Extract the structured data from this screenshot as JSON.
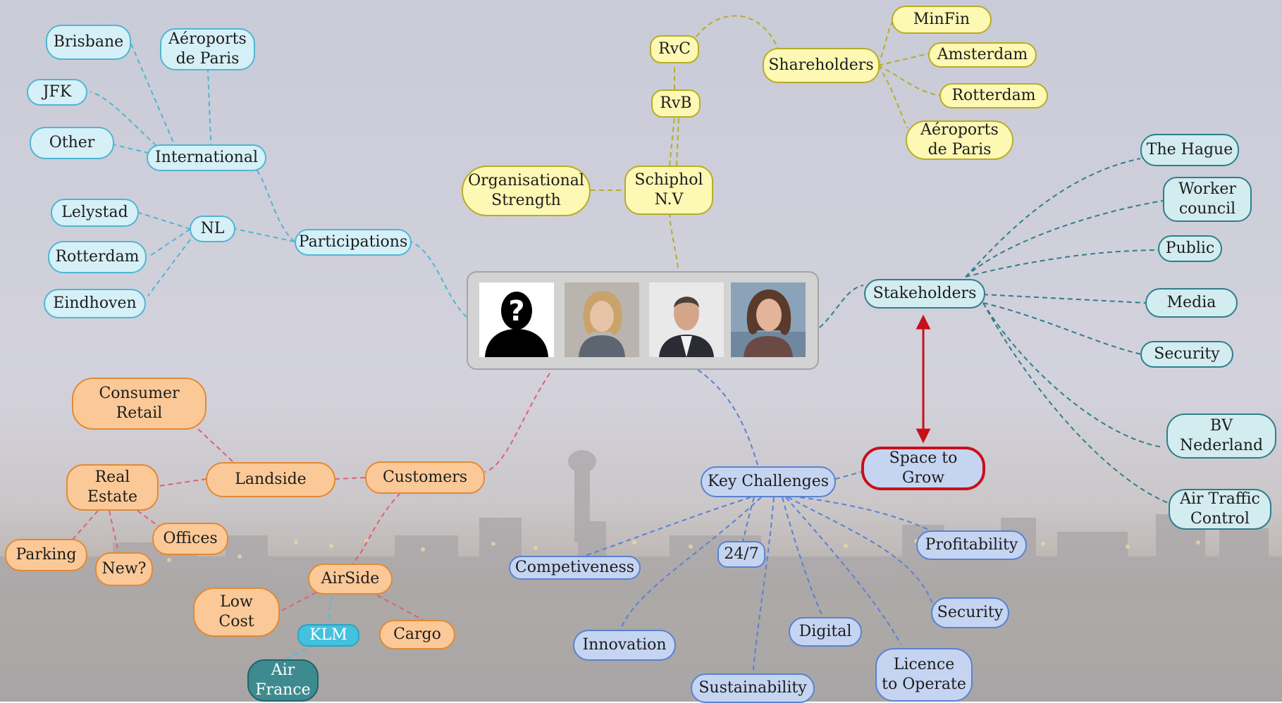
{
  "colors": {
    "cyan": "#d6f0f7",
    "yellow": "#fdf8b4",
    "teal": "#d3ecf0",
    "orange": "#fbc997",
    "blue": "#c5d5f1",
    "red_arrow": "#c8101a"
  },
  "hub": {
    "photos": [
      "unknown-person-silhouette",
      "portrait-blonde-woman",
      "portrait-man-in-suit",
      "portrait-brunette-woman"
    ]
  },
  "nodes": {
    "participations": "Participations",
    "international": "International",
    "nl": "NL",
    "brisbane": "Brisbane",
    "adp_intl": "Aéroports\nde Paris",
    "jfk": "JFK",
    "other": "Other",
    "lelystad": "Lelystad",
    "rotterdam_nl": "Rotterdam",
    "eindhoven": "Eindhoven",
    "schiphol": "Schiphol\nN.V",
    "org_strength": "Organisational\nStrength",
    "rvc": "RvC",
    "rvb": "RvB",
    "shareholders": "Shareholders",
    "minfin": "MinFin",
    "amsterdam": "Amsterdam",
    "rotterdam_sh": "Rotterdam",
    "adp_sh": "Aéroports\nde Paris",
    "stakeholders": "Stakeholders",
    "the_hague": "The Hague",
    "worker_council": "Worker\ncouncil",
    "public": "Public",
    "media": "Media",
    "security_st": "Security",
    "bv_nederland": "BV\nNederland",
    "atc": "Air Traffic\nControl",
    "space_to_grow": "Space to\nGrow",
    "customers": "Customers",
    "landside": "Landside",
    "consumer_retail": "Consumer\nRetail",
    "real_estate": "Real\nEstate",
    "parking": "Parking",
    "new": "New?",
    "offices": "Offices",
    "airside": "AirSide",
    "low_cost": "Low\nCost",
    "klm": "KLM",
    "air_france": "Air\nFrance",
    "cargo": "Cargo",
    "key_challenges": "Key Challenges",
    "competiveness": "Competiveness",
    "h24_7": "24/7",
    "innovation": "Innovation",
    "sustainability": "Sustainability",
    "digital": "Digital",
    "licence": "Licence\nto Operate",
    "security_kc": "Security",
    "profitability": "Profitability"
  }
}
